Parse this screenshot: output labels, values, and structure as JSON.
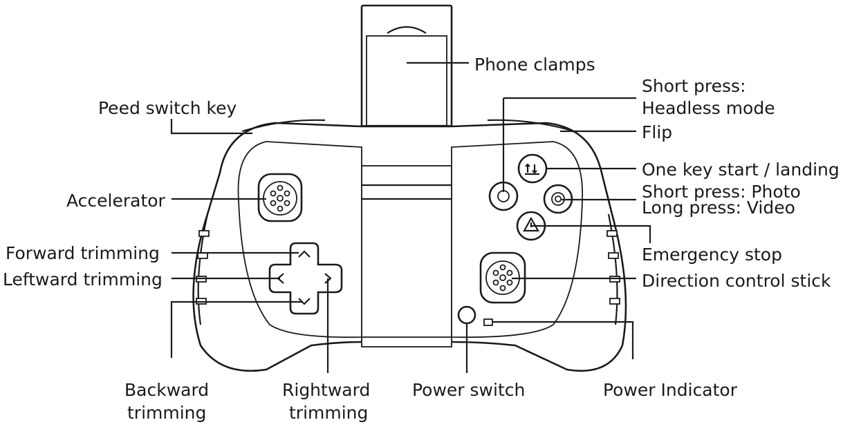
{
  "labels": {
    "phone_clamps": "Phone clamps",
    "short_press_line1": "Short press:",
    "short_press_line2": "Headless mode",
    "peed_switch_key": "Peed switch key",
    "flip": "Flip",
    "one_key_start": "One key start / landing",
    "accelerator": "Accelerator",
    "photo_line1": "Short press: Photo",
    "photo_line2": "Long press: Video",
    "forward_trimming": "Forward trimming",
    "emergency_stop": "Emergency stop",
    "leftward_trimming": "Leftward trimming",
    "direction_control_stick": "Direction control stick",
    "backward_line1": "Backward",
    "backward_line2": "trimming",
    "rightward_line1": "Rightward",
    "rightward_line2": "trimming",
    "power_switch": "Power switch",
    "power_indicator": "Power Indicator"
  },
  "colors": {
    "ink": "#1a1a1a",
    "background": "#ffffff"
  },
  "icons": [
    "takeoff-landing-icon",
    "camera-icon",
    "warning-triangle-icon",
    "headless-icon"
  ]
}
